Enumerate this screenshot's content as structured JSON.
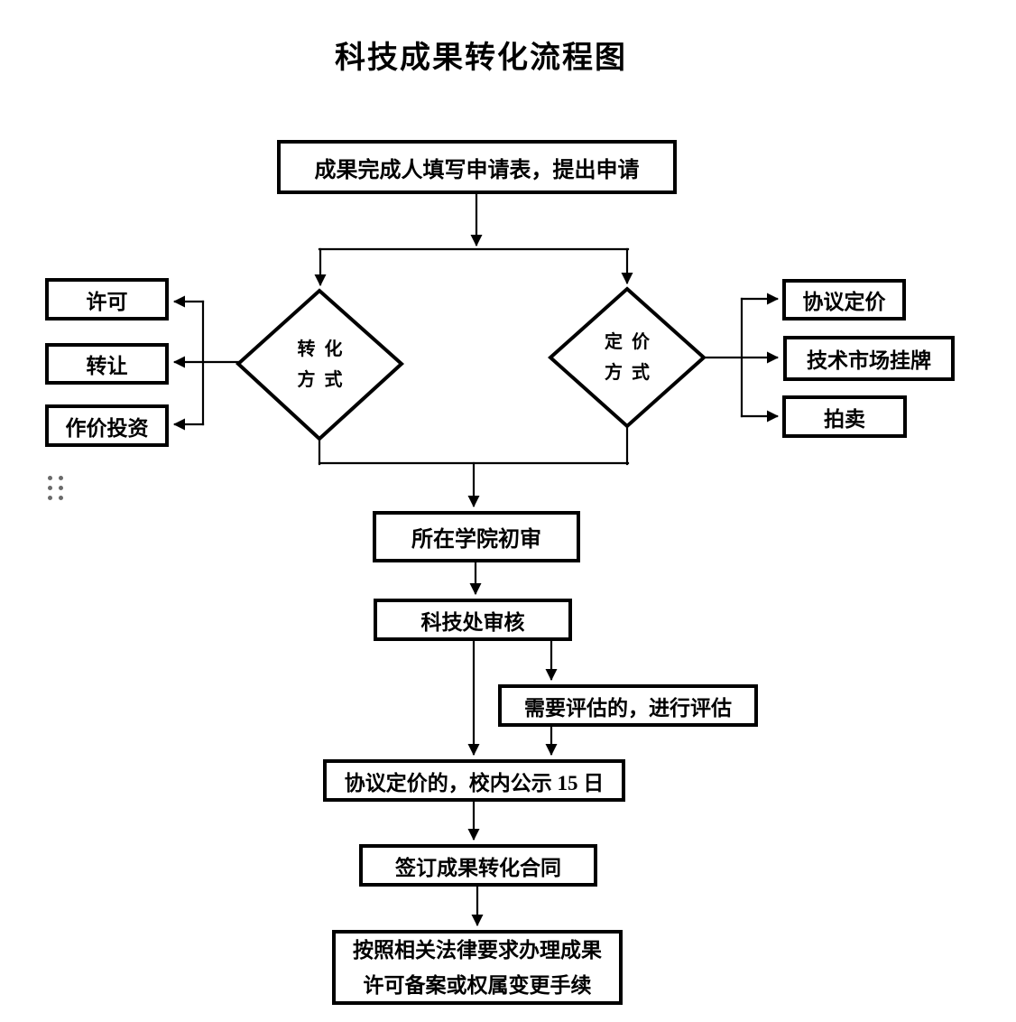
{
  "title": "科技成果转化流程图",
  "colors": {
    "line": "#000000",
    "text": "#000000",
    "background": "#ffffff",
    "handle_dots": "#6a6a6a"
  },
  "icons": {
    "drag_handle": "six-dot-grid-handle"
  },
  "flow": {
    "start": "成果完成人填写申请表，提出申请",
    "decision_left": {
      "line1": "转  化",
      "line2": "方  式"
    },
    "decision_right": {
      "line1": "定  价",
      "line2": "方  式"
    },
    "left_options": [
      "许可",
      "转让",
      "作价投资"
    ],
    "right_options": [
      "协议定价",
      "技术市场挂牌",
      "拍卖"
    ],
    "college_review": "所在学院初审",
    "scitech_review": "科技处审核",
    "evaluation": "需要评估的，进行评估",
    "publicity": "协议定价的，校内公示 15 日",
    "contract": "签订成果转化合同",
    "final": {
      "line1": "按照相关法律要求办理成果",
      "line2": "许可备案或权属变更手续"
    }
  }
}
